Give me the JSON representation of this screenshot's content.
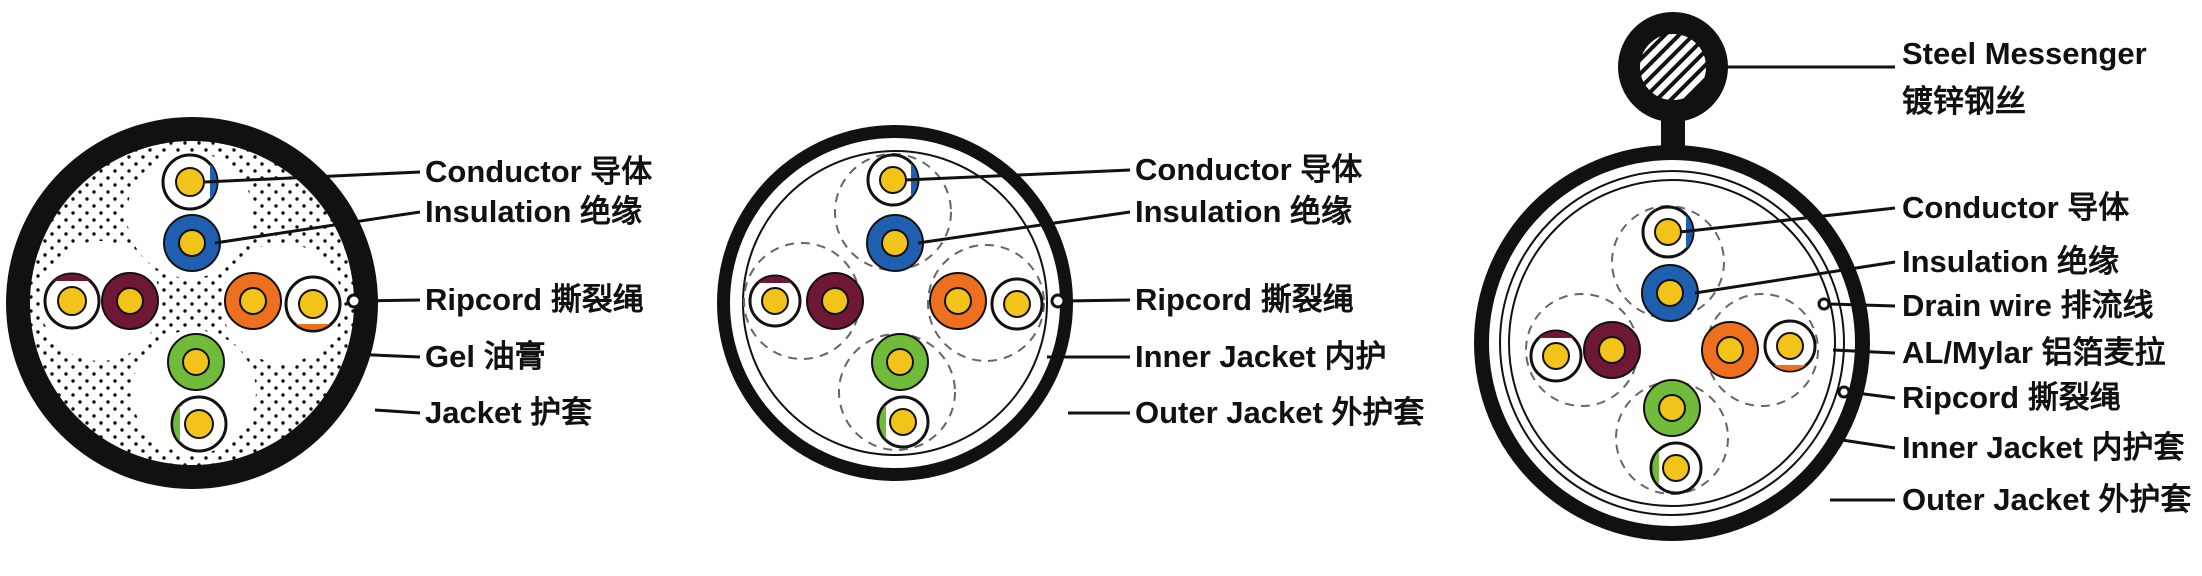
{
  "colors": {
    "outline": "#111111",
    "conductor": "#f2c318",
    "blue": "#1f5fb0",
    "maroon": "#6e1736",
    "orange": "#ee6f1e",
    "green": "#71bb3a",
    "dash": "#666666"
  },
  "diagram_1": {
    "labels": {
      "conductor": "Conductor 导体",
      "insulation": "Insulation 绝缘",
      "ripcord": "Ripcord 撕裂绳",
      "gel": "Gel 油膏",
      "jacket": "Jacket 护套"
    }
  },
  "diagram_2": {
    "labels": {
      "conductor": "Conductor 导体",
      "insulation": "Insulation 绝缘",
      "ripcord": "Ripcord 撕裂绳",
      "inner_jacket": "Inner Jacket 内护",
      "outer_jacket": "Outer Jacket 外护套"
    }
  },
  "diagram_3": {
    "labels": {
      "messenger_en": "Steel Messenger",
      "messenger_cn": "镀锌钢丝",
      "conductor": "Conductor 导体",
      "insulation": "Insulation 绝缘",
      "drain_wire": "Drain wire 排流线",
      "al_mylar": "AL/Mylar 铝箔麦拉",
      "ripcord": "Ripcord 撕裂绳",
      "inner_jacket": "Inner Jacket 内护套",
      "outer_jacket": "Outer Jacket 外护套"
    }
  }
}
